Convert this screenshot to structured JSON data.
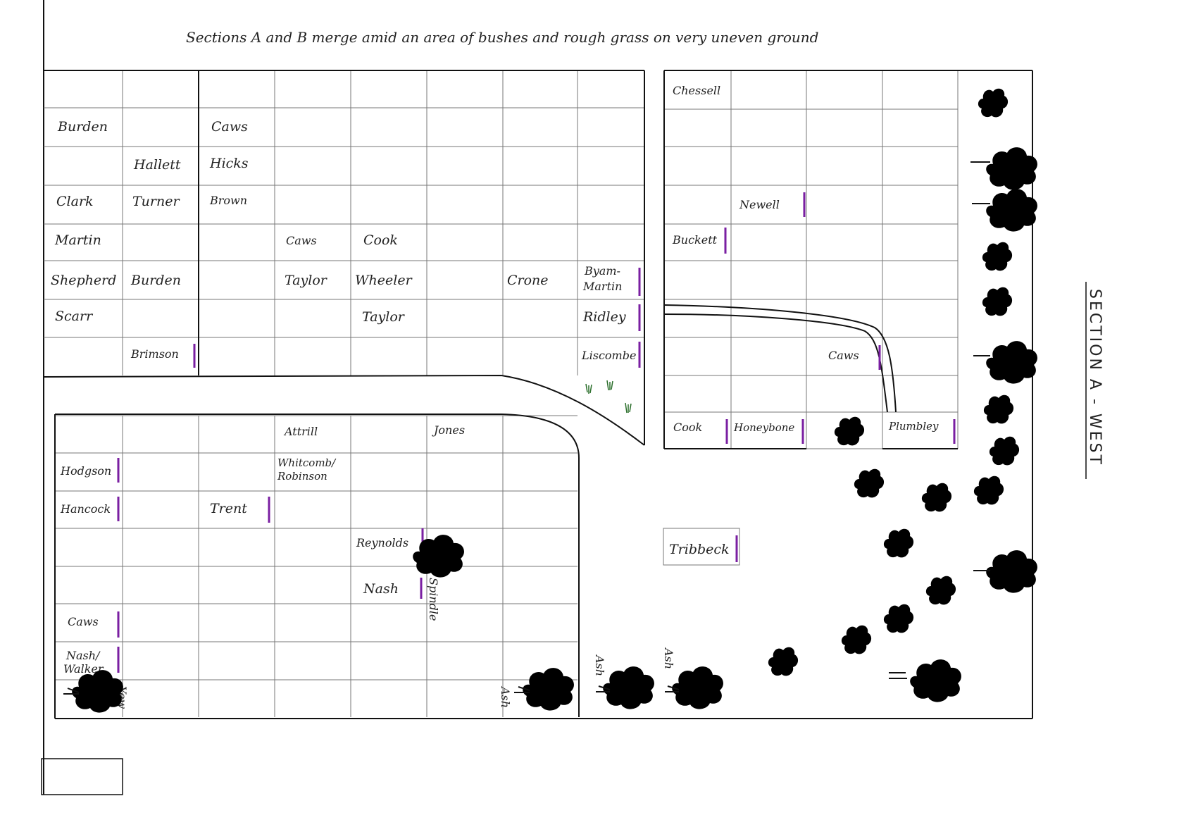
{
  "header": {
    "note": "Sections A and B merge amid an area of bushes and rough grass on very uneven ground"
  },
  "section_label": "SECTION A - WEST",
  "plots": {
    "burden_1": "Burden",
    "caws_1": "Caws",
    "hallett": "Hallett",
    "hicks": "Hicks",
    "clark": "Clark",
    "turner": "Turner",
    "brown": "Brown",
    "martin": "Martin",
    "caws_2": "Caws",
    "cook_1": "Cook",
    "shepherd": "Shepherd",
    "burden_2": "Burden",
    "taylor_1": "Taylor",
    "wheeler": "Wheeler",
    "crone": "Crone",
    "byam_martin_1": "Byam-",
    "byam_martin_2": "Martin",
    "scarr": "Scarr",
    "taylor_2": "Taylor",
    "ridley": "Ridley",
    "brimson": "Brimson",
    "liscombe": "Liscombe",
    "chessell": "Chessell",
    "newell": "Newell",
    "buckett": "Buckett",
    "caws_3": "Caws",
    "cook_2": "Cook",
    "honeybone": "Honeybone",
    "plumbley": "Plumbley",
    "attrill": "Attrill",
    "jones": "Jones",
    "hodgson": "Hodgson",
    "whitcomb_1": "Whitcomb/",
    "whitcomb_2": "Robinson",
    "hancock": "Hancock",
    "trent": "Trent",
    "reynolds": "Reynolds",
    "nash_1": "Nash",
    "caws_4": "Caws",
    "nash_walker_1": "Nash/",
    "nash_walker_2": "Walker",
    "tribbeck": "Tribbeck"
  },
  "trees": {
    "yew": "Yew",
    "ash_1": "Ash",
    "ash_2": "Ash",
    "ash_3": "Ash",
    "spindle": "Spindle"
  },
  "colors": {
    "marker": "#7a1fa2",
    "ink": "#111111"
  }
}
